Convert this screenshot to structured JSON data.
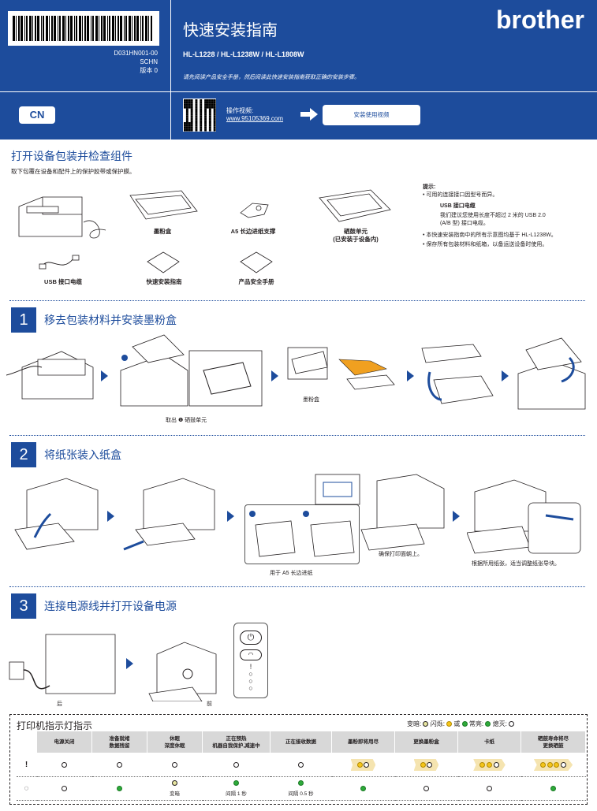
{
  "header": {
    "doc_code": "D031HN001-00",
    "lang_code": "SCHN",
    "version": "版本 0",
    "badge": "CN",
    "title": "快速安装指南",
    "models": "HL-L1228 / HL-L1238W / HL-L1808W",
    "intro": "请先阅读产品安全手册，然后阅读此快速安装指南获取正确的安装步骤。",
    "brand": "brother",
    "video_label": "操作视频:",
    "video_url": "www.95105369.com",
    "video_button": "安装使用视频"
  },
  "unpack": {
    "title": "打开设备包装并检查组件",
    "subtitle": "取下包覆在设备和配件上的保护胶带或保护膜。",
    "items": [
      "墨粉盒",
      "A5 长边进纸支撑",
      "硒鼓单元",
      "(已安装于设备内)",
      "USB 接口电缆",
      "快速安装指南",
      "产品安全手册"
    ],
    "tip_title": "提示:",
    "tips": [
      "• 可用的连接接口因型号而异。",
      "USB 接口电缆",
      "我们建议您使用长度不超过 2 米的 USB 2.0",
      "(A/B 型) 接口电缆。",
      "• 本快速安装指南中的所有示意图均基于 HL-L1238W。",
      "• 保存所有包装材料和纸箱，以备运送设备时使用。"
    ]
  },
  "step1": {
    "num": "1",
    "title": "移去包装材料并安装墨粉盒",
    "caption_remove": "取出 ❶ 硒鼓单元",
    "caption_toner": "墨粉盒"
  },
  "step2": {
    "num": "2",
    "title": "将纸张装入纸盒",
    "caption_a5": "用于 A5 长边进纸",
    "caption_face": "确保打印面朝上。",
    "caption_guide": "根据所用纸张，适当调整纸张导块。"
  },
  "step3": {
    "num": "3",
    "title": "连接电源线并打开设备电源",
    "caption_back": "后",
    "caption_front": "前"
  },
  "led_table": {
    "title": "打印机指示灯指示",
    "legend": {
      "dim": "变暗:",
      "blink": "闪烁:",
      "or": "或",
      "on": "常亮:",
      "off": "熄灭:"
    },
    "columns": [
      "电源关闭",
      "准备就绪\n数据残留",
      "休眠\n深度休眠",
      "正在预热\n机器自我保护,减速中",
      "正在接收数据",
      "墨粉即将用尽",
      "更换墨粉盒",
      "卡纸",
      "硒鼓寿命将尽\n更换硒鼓"
    ],
    "row_icons": [
      "!",
      "power"
    ],
    "notes": {
      "dim": "变暗",
      "interval1": "间隔 1 秒",
      "interval05": "间隔 0.5 秒"
    }
  },
  "colors": {
    "brand_blue": "#1d4c9c",
    "led_green": "#2eaa3a",
    "led_yellow": "#f5c518"
  }
}
